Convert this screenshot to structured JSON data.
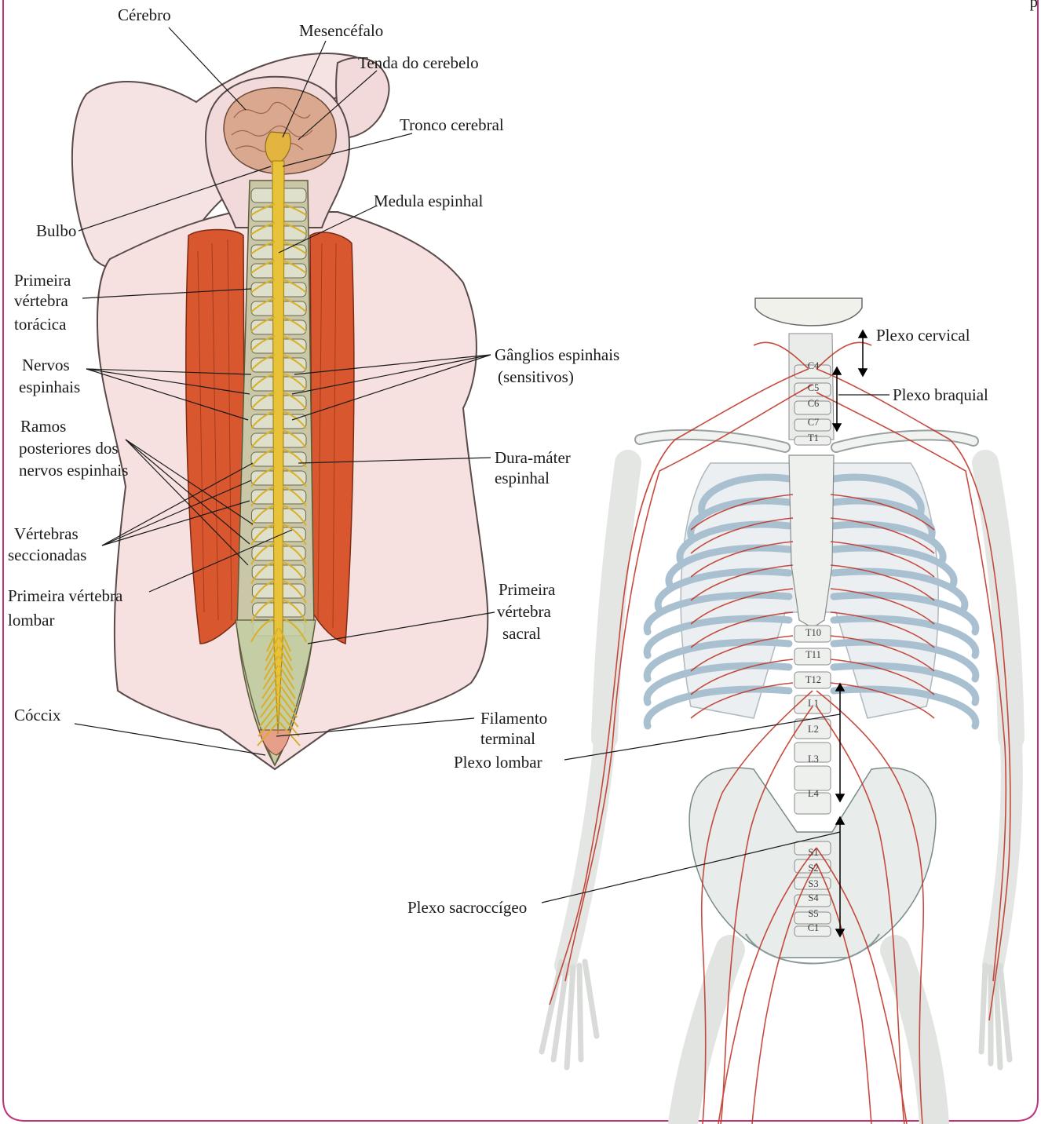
{
  "page_mark": "p",
  "colors": {
    "border": "#c0337a",
    "nerve": "#c0392b",
    "spinal_cord": "#e8c33a",
    "muscle": "#d9572e",
    "skin": "#f4dcdc",
    "bone": "#e9ece9"
  },
  "posterior_view": {
    "labels": {
      "cerebro": "Cérebro",
      "mesencefalo": "Mesencéfalo",
      "tenda": "Tenda do cerebelo",
      "tronco": "Tronco cerebral",
      "bulbo": "Bulbo",
      "medula": "Medula espinhal",
      "primeira_toracica": [
        "Primeira",
        "vértebra",
        "torácica"
      ],
      "nervos": [
        "Nervos",
        "espinhais"
      ],
      "ganglios": [
        "Gânglios espinhais",
        "(sensitivos)"
      ],
      "ramos": [
        "Ramos",
        "posteriores dos",
        "nervos espinhais"
      ],
      "dura": [
        "Dura-máter",
        "espinhal"
      ],
      "vertebras_seccionadas": [
        "Vértebras",
        "seccionadas"
      ],
      "primeira_lombar": [
        "Primeira vértebra",
        "lombar"
      ],
      "primeira_sacral": [
        "Primeira",
        "vértebra",
        "sacral"
      ],
      "coccix": "Cóccix",
      "filamento": [
        "Filamento",
        "terminal"
      ]
    }
  },
  "anterior_view": {
    "labels": {
      "cervical": "Plexo cervical",
      "braquial": "Plexo braquial",
      "lombar": "Plexo lombar",
      "sacro": "Plexo sacroccígeo"
    },
    "vertebrae": [
      "C4",
      "C5",
      "C6",
      "C7",
      "T1",
      "T10",
      "T11",
      "T12",
      "L1",
      "L2",
      "L3",
      "L4",
      "S1",
      "S2",
      "S3",
      "S4",
      "S5",
      "C1"
    ]
  }
}
